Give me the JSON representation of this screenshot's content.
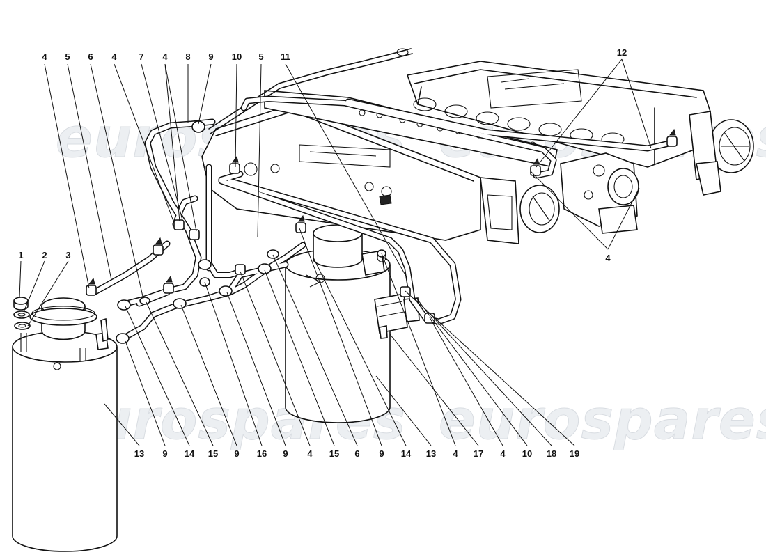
{
  "watermark": {
    "text": "eurospares"
  },
  "callouts": {
    "top": [
      "4",
      "5",
      "6",
      "4",
      "7",
      "4",
      "8",
      "9",
      "10",
      "5",
      "11",
      "12"
    ],
    "left": [
      "1",
      "2",
      "3"
    ],
    "right": [
      "4"
    ],
    "bottom": [
      "13",
      "9",
      "14",
      "15",
      "9",
      "16",
      "9",
      "4",
      "15",
      "6",
      "9",
      "14",
      "13",
      "4",
      "17",
      "4",
      "10",
      "18",
      "19"
    ]
  },
  "colors": {
    "line": "#111111",
    "background": "#ffffff",
    "watermark": "#eceff2"
  }
}
